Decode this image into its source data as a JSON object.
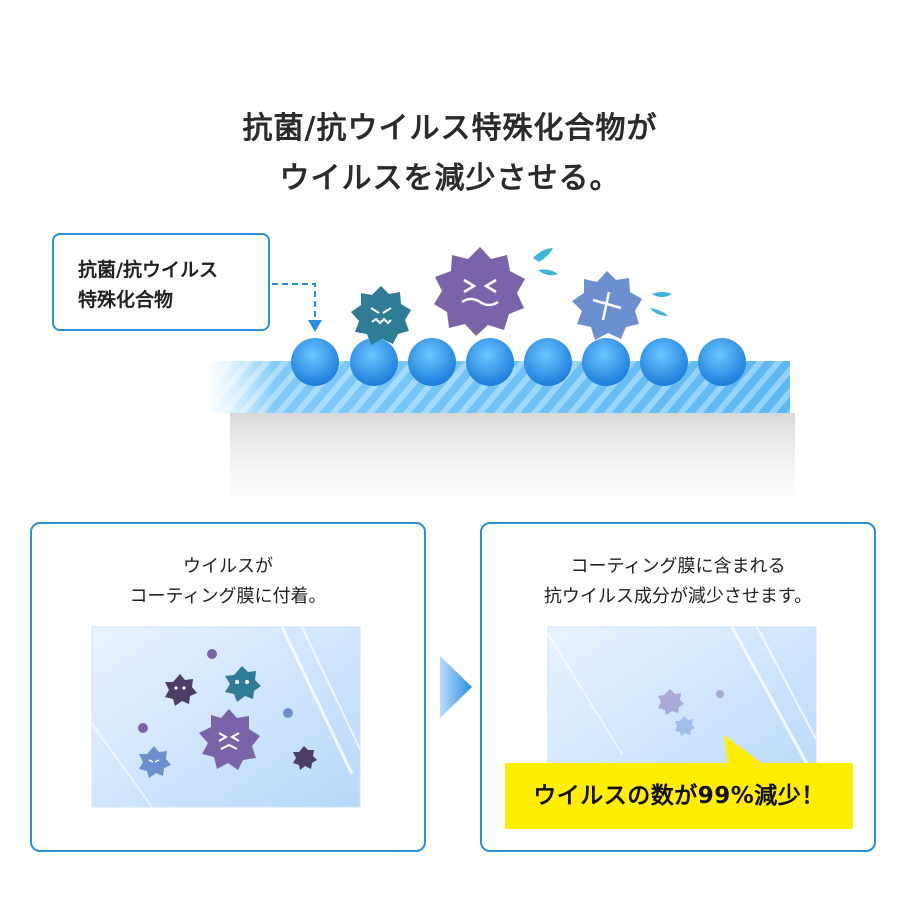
{
  "headline": {
    "line1": "抗菌/抗ウイルス特殊化合物が",
    "line2": "ウイルスを減少させる。"
  },
  "label_box": {
    "line1": "抗菌/抗ウイルス",
    "line2": "特殊化合物"
  },
  "panel_left": {
    "line1": "ウイルスが",
    "line2": "コーティング膜に付着。"
  },
  "panel_right": {
    "line1": "コーティング膜に含まれる",
    "line2": "抗ウイルス成分が減少させます。"
  },
  "callout": {
    "text": "ウイルスの数が99%減少！"
  },
  "colors": {
    "accent_blue": "#2b8fdc",
    "callout_yellow": "#ffee00",
    "virus_purple": "#7a63a8",
    "virus_teal": "#2f7c96",
    "virus_blue": "#6b8fcf"
  }
}
